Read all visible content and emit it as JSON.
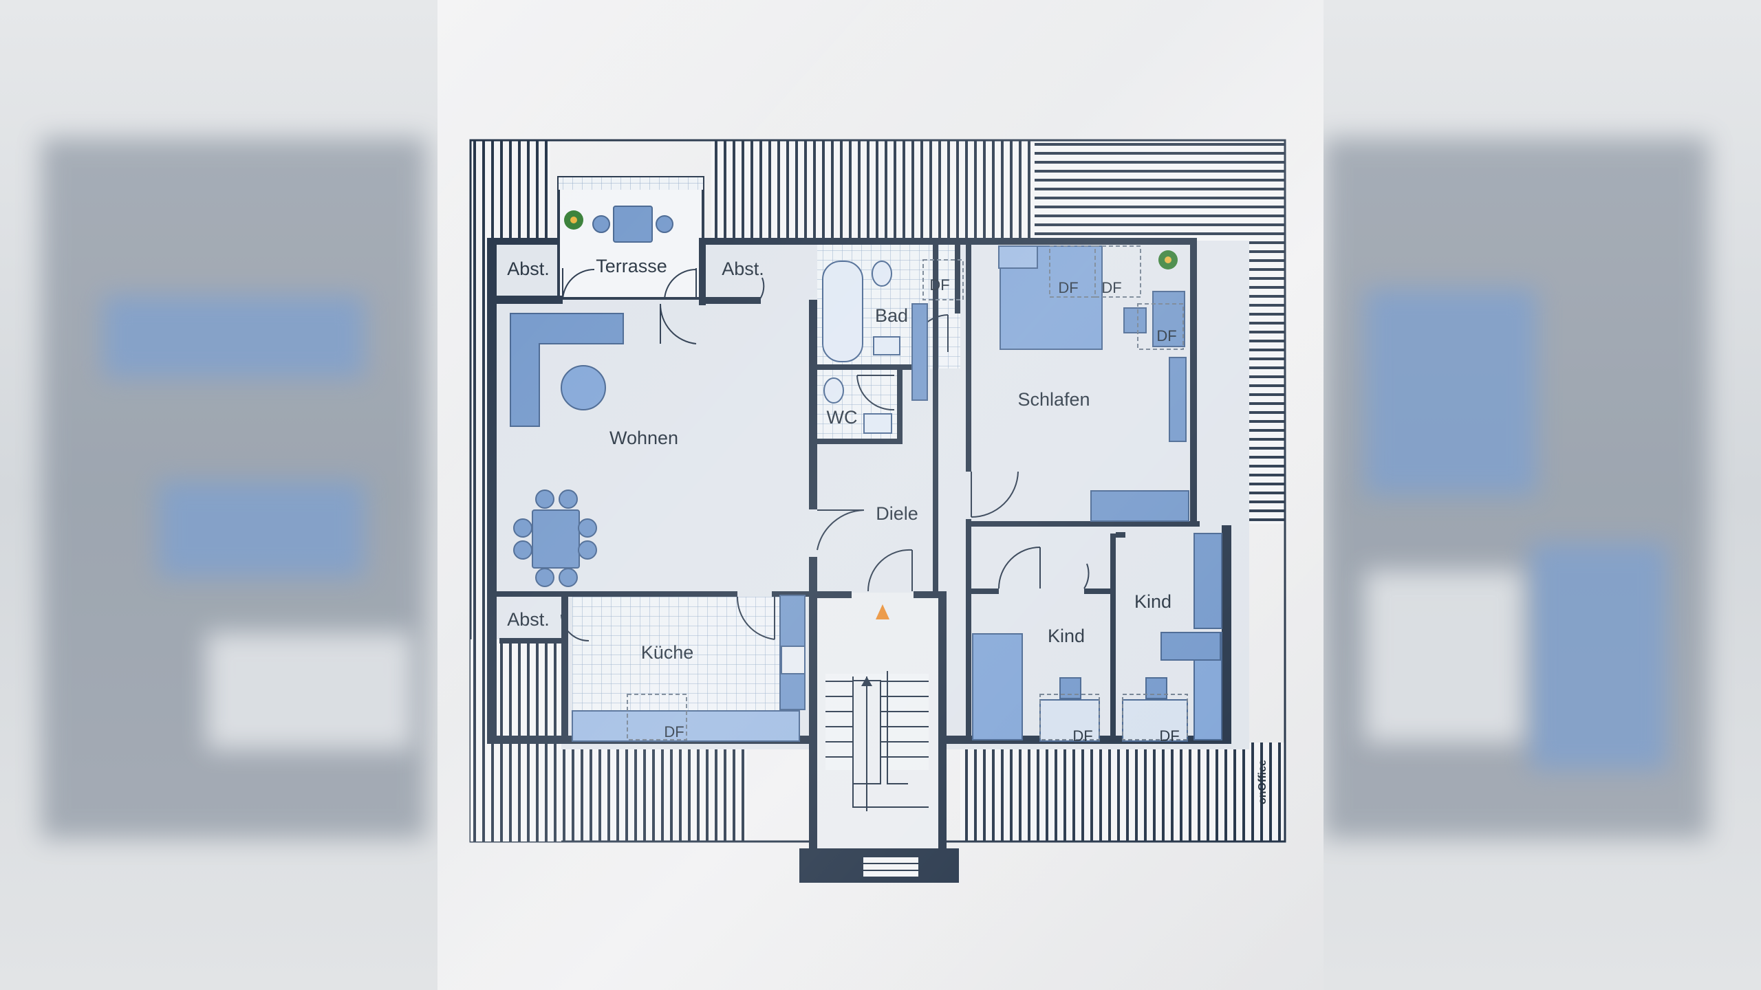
{
  "rooms": {
    "terrasse": "Terrasse",
    "abst_1": "Abst.",
    "abst_2": "Abst.",
    "abst_3": "Abst.",
    "bad": "Bad",
    "wc": "WC",
    "wohnen": "Wohnen",
    "diele": "Diele",
    "schlafen": "Schlafen",
    "kueche": "Küche",
    "kind_1": "Kind",
    "kind_2": "Kind"
  },
  "dachfenster": {
    "df_bad": "DF",
    "df_schlafen_1": "DF",
    "df_schlafen_2": "DF",
    "df_schlafen_3": "DF",
    "df_kueche": "DF",
    "df_kind_1": "DF",
    "df_kind_2": "DF"
  },
  "logo": "onOffice",
  "colors": {
    "wall": "#1f2f44",
    "furniture": "#6f95c9",
    "floor": "#dde3ea",
    "roof_hatch": "#1f2f44",
    "entrance_arrow": "#e8892a"
  }
}
